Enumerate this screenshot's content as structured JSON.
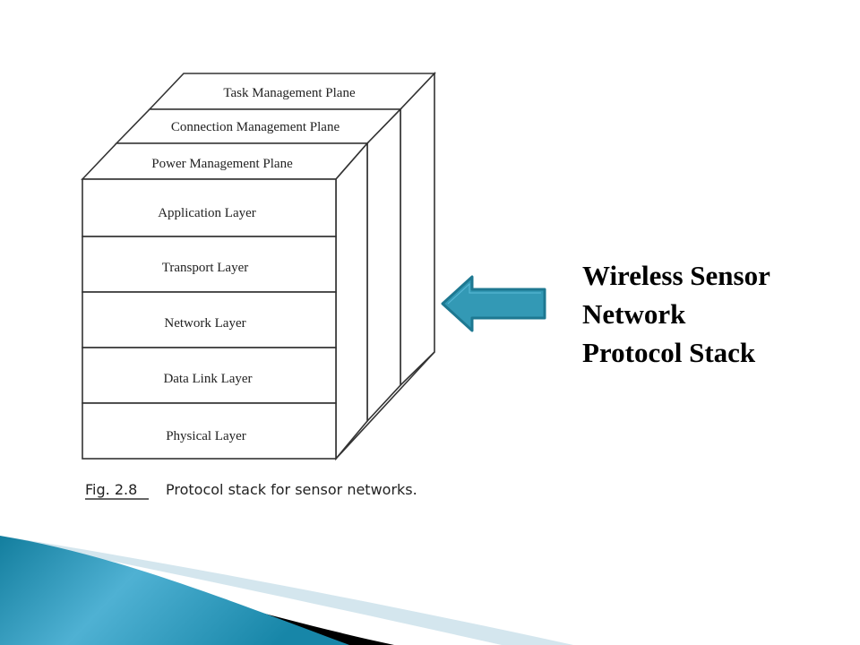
{
  "slide": {
    "title_lines": [
      "Wireless Sensor",
      "Network",
      "Protocol Stack"
    ],
    "arrow": {
      "icon": "left-arrow-icon",
      "fill": "#3399B5",
      "stroke": "#1E7891"
    }
  },
  "figure": {
    "planes": [
      "Task Management Plane",
      "Connection Management Plane",
      "Power Management Plane"
    ],
    "layers": [
      "Application Layer",
      "Transport Layer",
      "Network Layer",
      "Data Link Layer",
      "Physical Layer"
    ],
    "caption_label": "Fig. 2.8",
    "caption_text": "Protocol stack for sensor networks."
  },
  "theme": {
    "accent": "#2A8FB0",
    "accent_light": "#5BBAD8",
    "swoosh_highlight": "#D4E6EE",
    "line": "#333333"
  }
}
